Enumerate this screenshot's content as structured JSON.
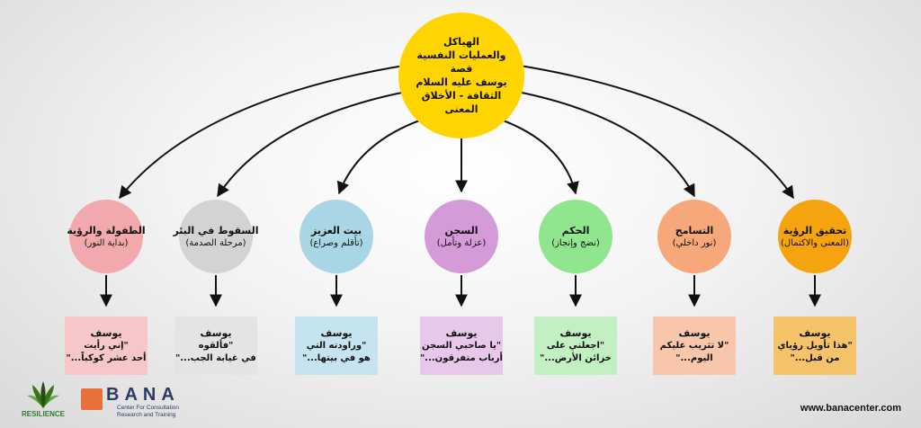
{
  "center": {
    "lines": [
      "الهياكل",
      "والعمليات النفسية",
      "قصة",
      "يوسف عليه السلام",
      "الثقافة - الأخلاق",
      "المعنى"
    ],
    "color": "#ffd400"
  },
  "stages": [
    {
      "title": "الطفولة والرؤية",
      "subtitle": "(بداية النور)",
      "color": "#f2a9ad",
      "quote": {
        "name": "يوسف",
        "lines": [
          "\"إني رأيت",
          "أحد عشر كوكباً...\""
        ],
        "color": "#f7c6c8"
      }
    },
    {
      "title": "السقوط في البئر",
      "subtitle": "(مرحلة الصدمة)",
      "color": "#d3d3d3",
      "quote": {
        "name": "يوسف",
        "lines": [
          "\"فألقوه",
          "في غيابة الجب...\""
        ],
        "color": "#e4e4e4"
      }
    },
    {
      "title": "بيت العزيز",
      "subtitle": "(تأقلم وصراع)",
      "color": "#a9d6e5",
      "quote": {
        "name": "يوسف",
        "lines": [
          "\"وراودته التي",
          "هو في بيتها...\""
        ],
        "color": "#c6e4ef"
      }
    },
    {
      "title": "السجن",
      "subtitle": "(عزلة وتأمل)",
      "color": "#d59ad8",
      "quote": {
        "name": "يوسف",
        "lines": [
          "\"يا صاحبي السجن",
          "أرباب متفرقون...\""
        ],
        "color": "#e8c8ea"
      }
    },
    {
      "title": "الحكم",
      "subtitle": "(نضج وإنجاز)",
      "color": "#8fe68f",
      "quote": {
        "name": "يوسف",
        "lines": [
          "\"اجعلني على",
          "خزائن الأرض...\""
        ],
        "color": "#c2f0c2"
      }
    },
    {
      "title": "التسامح",
      "subtitle": "(نور داخلي)",
      "color": "#f7a87a",
      "quote": {
        "name": "يوسف",
        "lines": [
          "\"لا تثريب عليكم",
          "اليوم...\""
        ],
        "color": "#f8c6aa"
      }
    },
    {
      "title": "تحقيق الرؤية",
      "subtitle": "(المعنى والاكتمال)",
      "color": "#f5a40f",
      "quote": {
        "name": "يوسف",
        "lines": [
          "\"هذا تأويل رؤياي",
          "من قبل...\""
        ],
        "color": "#f5c46a"
      }
    }
  ],
  "footer": {
    "logo_resilience": "RESILIENCE",
    "logo_bana_name": "BANA",
    "logo_bana_sub_1": "Center For Consultation",
    "logo_bana_sub_2": "Research and Training",
    "website": "www.banacenter.com"
  }
}
